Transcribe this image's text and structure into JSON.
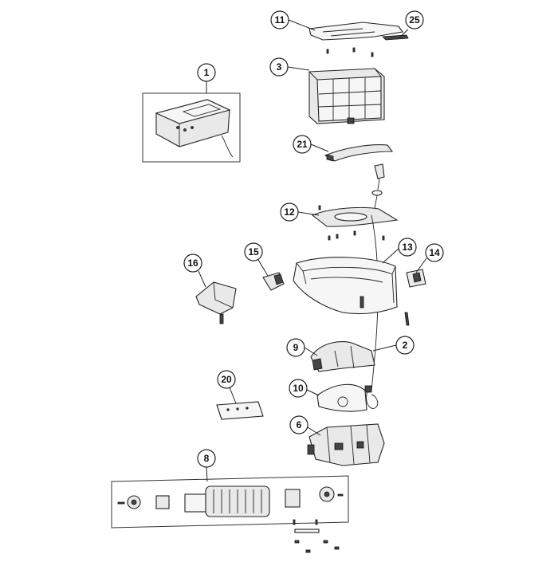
{
  "callouts": [
    {
      "id": "c1",
      "label": "1"
    },
    {
      "id": "c2",
      "label": "2"
    },
    {
      "id": "c3",
      "label": "3"
    },
    {
      "id": "c6",
      "label": "6"
    },
    {
      "id": "c8",
      "label": "8"
    },
    {
      "id": "c9",
      "label": "9"
    },
    {
      "id": "c10",
      "label": "10"
    },
    {
      "id": "c11",
      "label": "11"
    },
    {
      "id": "c12",
      "label": "12"
    },
    {
      "id": "c13",
      "label": "13"
    },
    {
      "id": "c14",
      "label": "14"
    },
    {
      "id": "c15",
      "label": "15"
    },
    {
      "id": "c16",
      "label": "16"
    },
    {
      "id": "c20",
      "label": "20"
    },
    {
      "id": "c21",
      "label": "21"
    },
    {
      "id": "c25",
      "label": "25"
    }
  ]
}
